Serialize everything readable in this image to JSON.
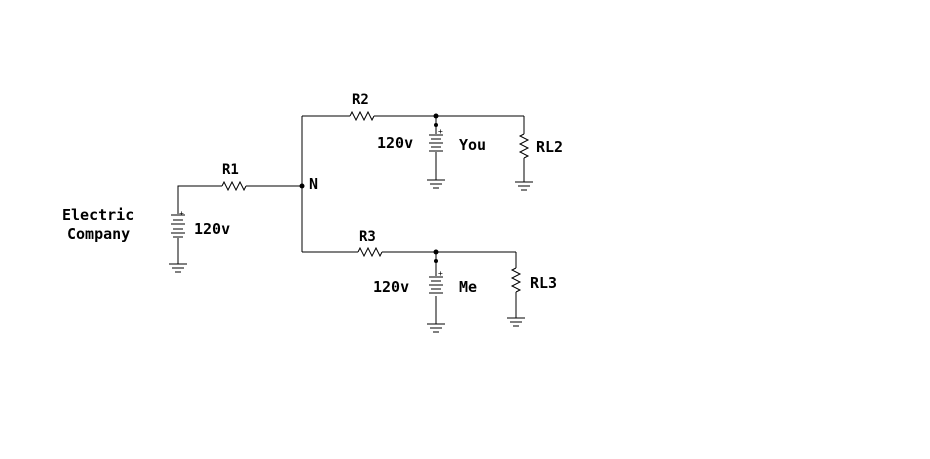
{
  "labels": {
    "company_line1": "Electric",
    "company_line2": "Company",
    "source_main": "120v",
    "r1": "R1",
    "r2": "R2",
    "r3": "R3",
    "node": "N",
    "source_you": "120v",
    "you": "You",
    "rl2": "RL2",
    "source_me": "120v",
    "me": "Me",
    "rl3": "RL3",
    "plus": "+"
  }
}
